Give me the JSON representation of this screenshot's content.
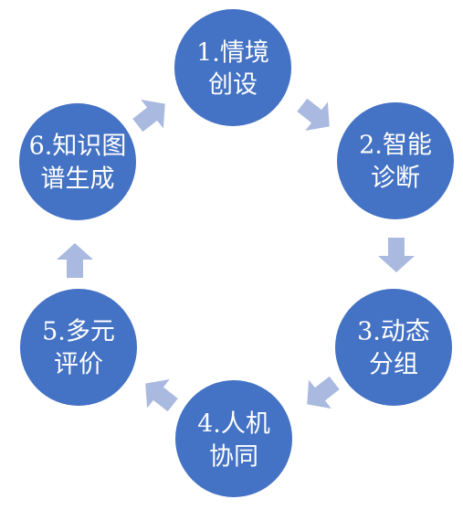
{
  "diagram": {
    "colors": {
      "node_fill": "#4472C4",
      "node_text": "#ffffff",
      "arrow_fill": "#A9B9E0"
    },
    "nodes": [
      {
        "line1": "1.情境",
        "line2": "创设"
      },
      {
        "line1": "2.智能",
        "line2": "诊断"
      },
      {
        "line1": "3.动态",
        "line2": "分组"
      },
      {
        "line1": "4.人机",
        "line2": "协同"
      },
      {
        "line1": "5.多元",
        "line2": "评价"
      },
      {
        "line1": "6.知识图",
        "line2": "谱生成"
      }
    ]
  }
}
